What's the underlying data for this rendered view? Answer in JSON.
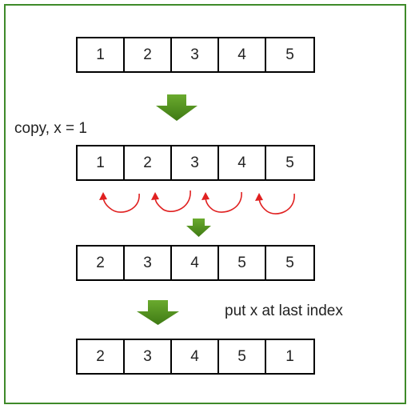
{
  "arrays": {
    "original": [
      "1",
      "2",
      "3",
      "4",
      "5"
    ],
    "copied": [
      "1",
      "2",
      "3",
      "4",
      "5"
    ],
    "shifted": [
      "2",
      "3",
      "4",
      "5",
      "5"
    ],
    "result": [
      "2",
      "3",
      "4",
      "5",
      "1"
    ]
  },
  "labels": {
    "copy": "copy, x = 1",
    "put": "put x at last index"
  },
  "colors": {
    "frame": "#3f8a2a",
    "arrow_green": "#4a8a1c",
    "curve_red": "#e02020"
  }
}
